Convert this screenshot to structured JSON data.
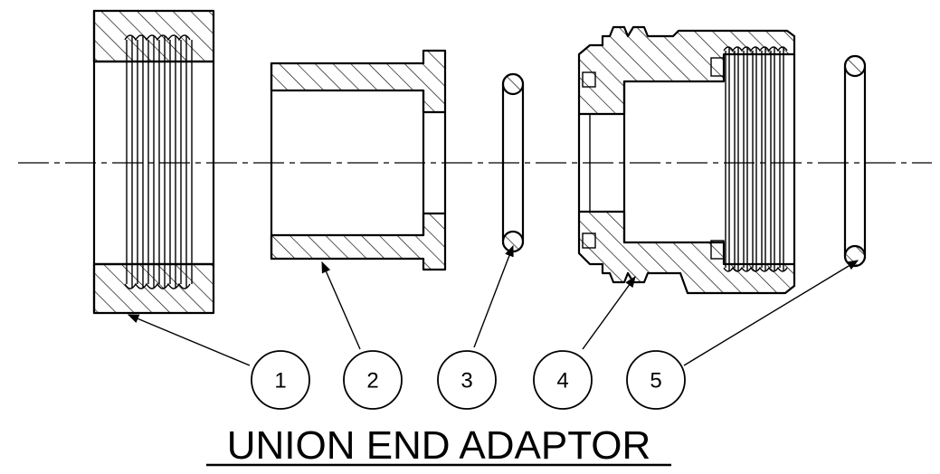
{
  "title": "UNION END ADAPTOR",
  "balloons": [
    {
      "label": "1"
    },
    {
      "label": "2"
    },
    {
      "label": "3"
    },
    {
      "label": "4"
    },
    {
      "label": "5"
    }
  ]
}
